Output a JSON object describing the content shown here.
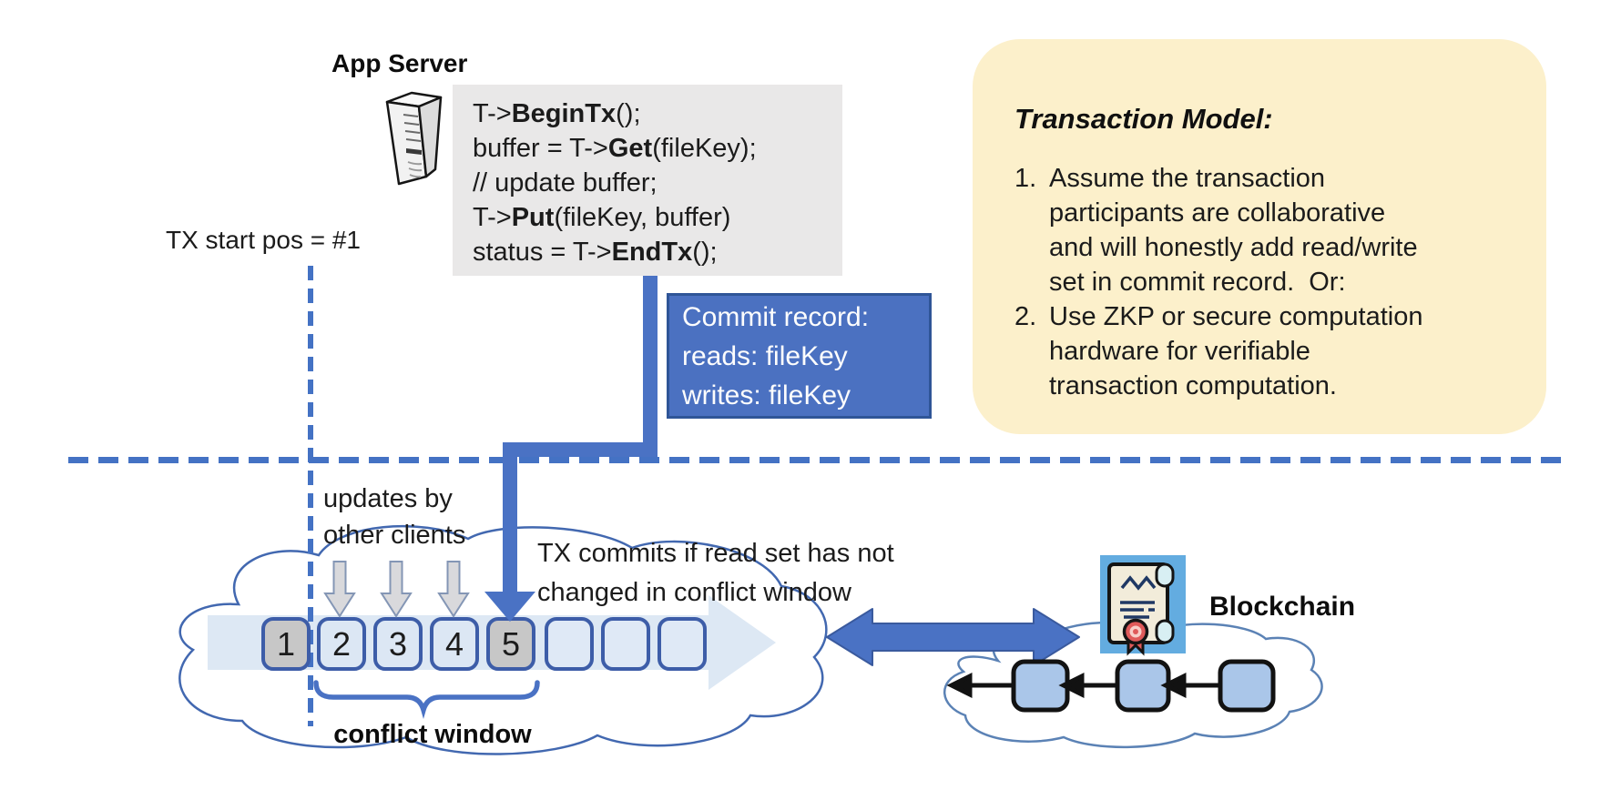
{
  "app_server": {
    "label": "App Server"
  },
  "code_block": {
    "lines": [
      [
        {
          "t": "T->"
        },
        {
          "t": "BeginTx",
          "b": true
        },
        {
          "t": "();"
        }
      ],
      [
        {
          "t": "buffer = T->"
        },
        {
          "t": "Get",
          "b": true
        },
        {
          "t": "(fileKey);"
        }
      ],
      [
        {
          "t": "// update buffer;"
        }
      ],
      [
        {
          "t": "T->"
        },
        {
          "t": "Put",
          "b": true
        },
        {
          "t": "(fileKey, buffer)"
        }
      ],
      [
        {
          "t": "status = T->"
        },
        {
          "t": "EndTx",
          "b": true
        },
        {
          "t": "();"
        }
      ]
    ]
  },
  "tx_start": {
    "label": "TX start pos = #1"
  },
  "commit_record": {
    "lines": [
      "Commit record:",
      "reads: fileKey",
      "writes: fileKey"
    ]
  },
  "transaction_model": {
    "title": "Transaction Model:",
    "items": [
      {
        "num": "1.",
        "lines": [
          "Assume the transaction",
          "participants are collaborative",
          "and will honestly add read/write",
          "set in commit record.  Or:"
        ]
      },
      {
        "num": "2.",
        "lines": [
          "Use ZKP or secure computation",
          "hardware for verifiable",
          "transaction computation."
        ]
      }
    ]
  },
  "updates_label": {
    "lines": [
      "updates by",
      "other clients"
    ]
  },
  "tx_commits": {
    "lines": [
      "TX commits if read set has not",
      "changed in conflict window"
    ]
  },
  "timeline": {
    "boxes": [
      {
        "label": "1",
        "variant": "gray"
      },
      {
        "label": "2",
        "variant": "blue"
      },
      {
        "label": "3",
        "variant": "blue"
      },
      {
        "label": "4",
        "variant": "blue"
      },
      {
        "label": "5",
        "variant": "gray"
      },
      {
        "label": "",
        "variant": "empty"
      },
      {
        "label": "",
        "variant": "empty"
      },
      {
        "label": "",
        "variant": "empty"
      }
    ],
    "conflict_window_label": "conflict window"
  },
  "blockchain": {
    "label": "Blockchain"
  },
  "icons": {
    "server": "server-tower-icon",
    "certificate": "certificate-scroll-icon",
    "clouds": [
      "ledger-cloud-icon",
      "blockchain-cloud-icon"
    ]
  },
  "colors": {
    "accent_blue": "#4472C4",
    "connector_blue": "#4A72C4",
    "commit_fill": "#4B71C1",
    "commit_border": "#2F5597",
    "yellow_panel": "#FCF0CB",
    "code_bg": "#E9E8E8",
    "box_border": "#3D5DA8",
    "box_blue": "#DCE7F4",
    "box_gray": "#C7C7C7",
    "band_arrow": "#D9E5F3",
    "gray_arrow": "#D9D9DC",
    "block_fill": "#AAC6E9",
    "cert_bg": "#63ACE0",
    "cert_paper": "#F2ECDA",
    "cert_ink": "#1F3864",
    "cert_seal": "#DF5A5A"
  }
}
